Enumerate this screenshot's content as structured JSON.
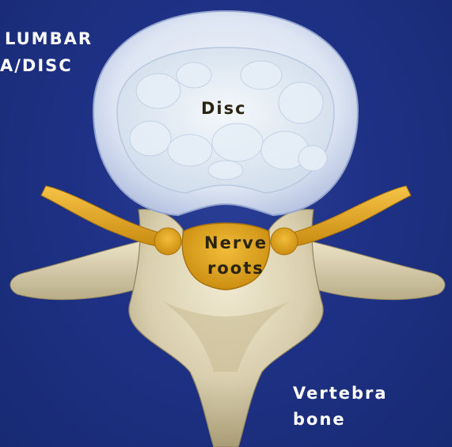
{
  "title": {
    "line1": "LUMBAR",
    "line2": "A/DISC"
  },
  "labels": {
    "disc": "Disc",
    "nerve_line1": "Nerve",
    "nerve_line2": "roots",
    "bone_line1": "Vertebra",
    "bone_line2": "bone"
  },
  "colors": {
    "background": "#1f3185",
    "disc_outer": "#d9e0f2",
    "disc_inner": "#e8eef6",
    "nerve": "#e8a81c",
    "bone": "#e4dcc0"
  }
}
